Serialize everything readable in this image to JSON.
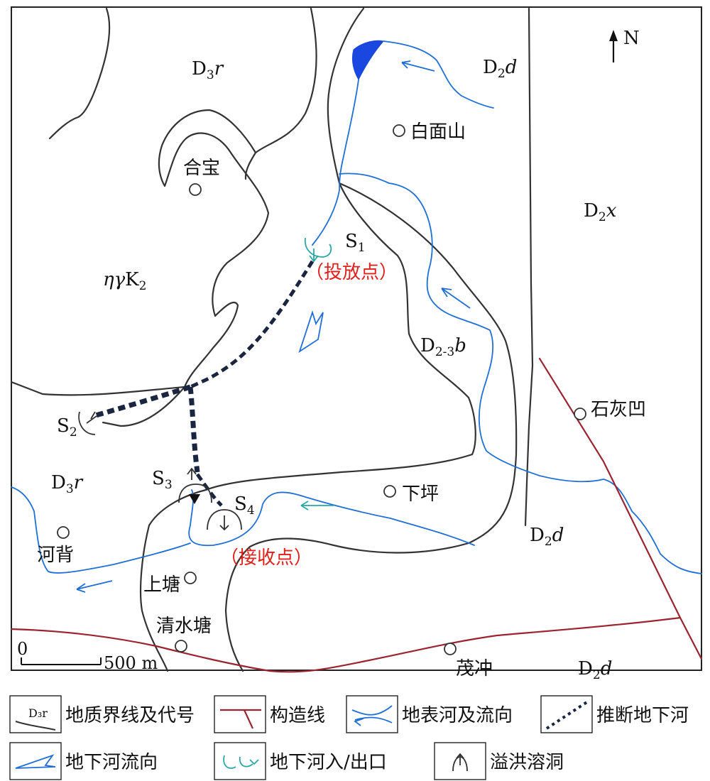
{
  "north": "N",
  "units": {
    "d3r_top": {
      "main": "D",
      "sub": "3",
      "ital": "r"
    },
    "d2d_top": {
      "main": "D",
      "sub": "2",
      "ital": "d"
    },
    "d2x": {
      "main": "D",
      "sub": "2",
      "ital": "x"
    },
    "granite": {
      "pre": "ηγ",
      "main": "K",
      "sub": "2"
    },
    "d23b": {
      "main": "D",
      "sub": "2-3",
      "ital": "b"
    },
    "d3r_left": {
      "main": "D",
      "sub": "3",
      "ital": "r"
    },
    "d2d_mid": {
      "main": "D",
      "sub": "2",
      "ital": "d"
    },
    "d2d_bottom": {
      "main": "D",
      "sub": "2",
      "ital": "d"
    }
  },
  "places": {
    "baimianshan": "白面山",
    "hebao": "合宝",
    "shihuiao": "石灰凹",
    "xiaping": "下坪",
    "hebei": "河背",
    "shangtang": "上塘",
    "qingshuitang": "清水塘",
    "maochong": "茂冲"
  },
  "points": {
    "s1": {
      "main": "S",
      "sub": "1",
      "note": "（投放点）"
    },
    "s2": {
      "main": "S",
      "sub": "2"
    },
    "s3": {
      "main": "S",
      "sub": "3"
    },
    "s4": {
      "main": "S",
      "sub": "4",
      "note": "（接收点）"
    }
  },
  "scale": {
    "zero": "0",
    "distance": "500 m"
  },
  "legend": {
    "geo_sample": "D₃r",
    "geo_line": "地质界线及代号",
    "fault": "构造线",
    "surface_river": "地表河及流向",
    "inferred_river": "推断地下河",
    "ug_flow": "地下河流向",
    "ug_inout": "地下河入/出口",
    "overflow_cave": "溢洪溶洞"
  },
  "colors": {
    "river": "#1f6fd6",
    "fault": "#9c2430",
    "note": "#e0201b",
    "underground": "#1a2540",
    "flow_arrow": "#2aa7a5"
  }
}
